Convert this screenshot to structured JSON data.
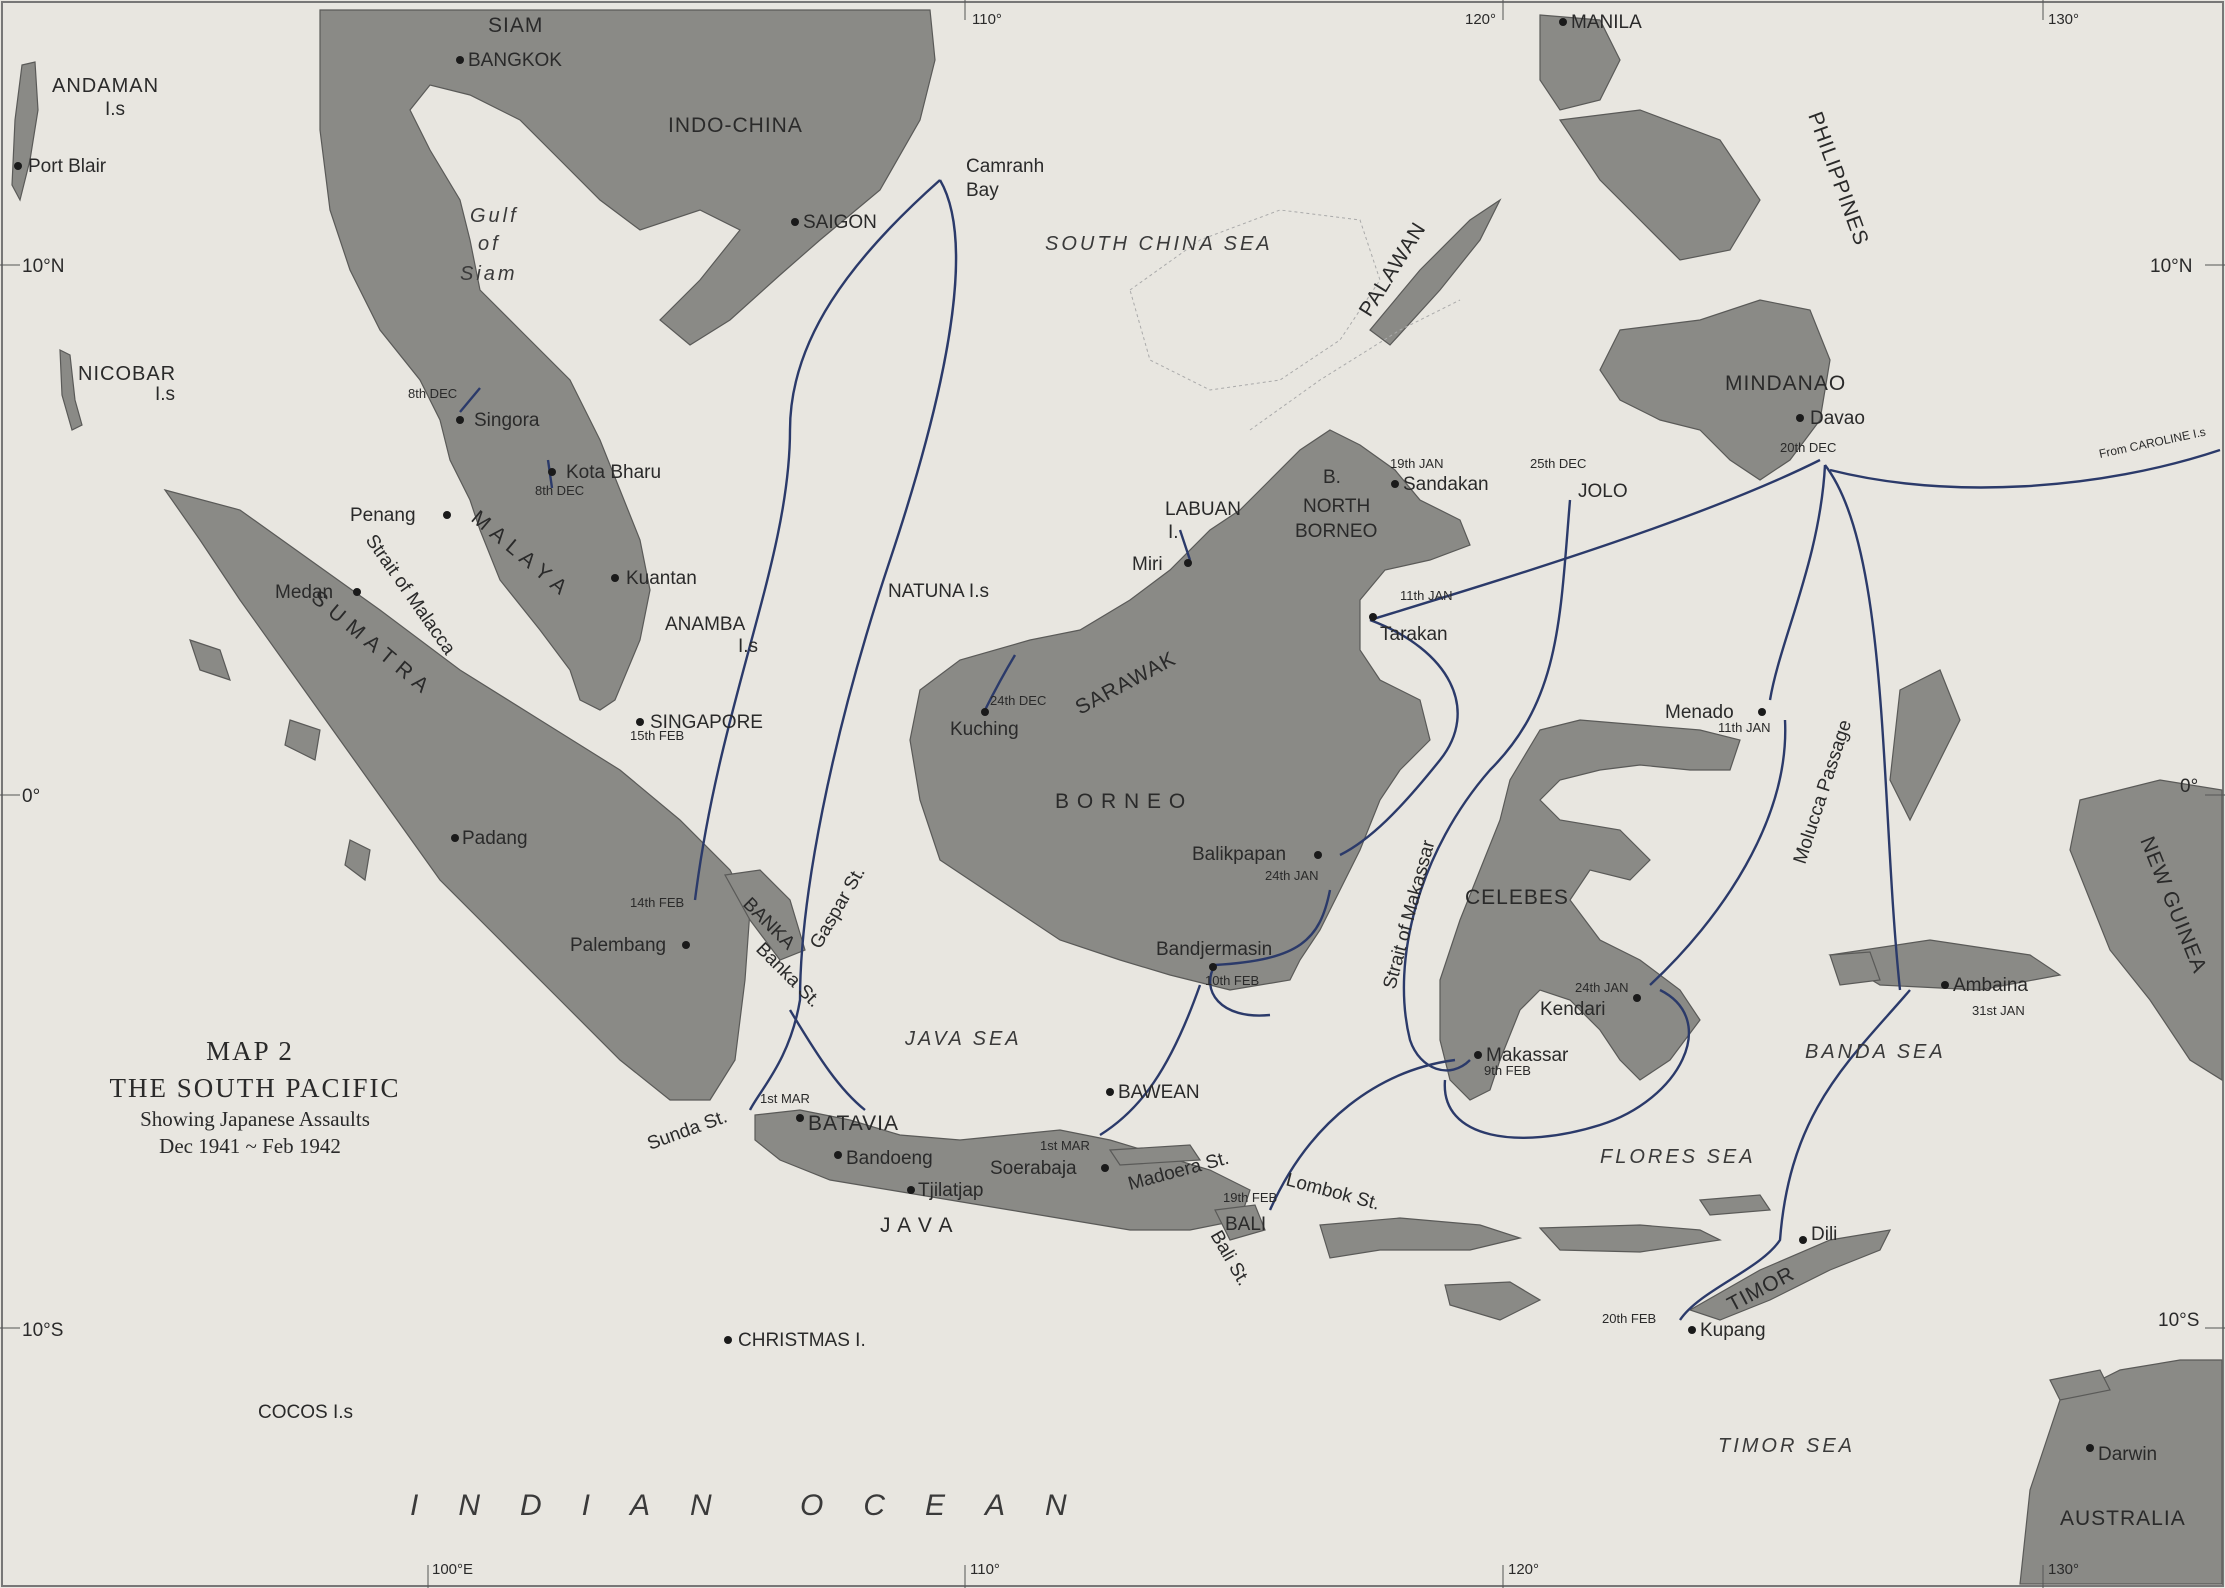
{
  "title": {
    "line1": "MAP 2",
    "line2": "THE SOUTH PACIFIC",
    "line3": "Showing Japanese Assaults",
    "line4": "Dec 1941 ~ Feb 1942"
  },
  "regions": {
    "siam": "SIAM",
    "indochina": "INDO-CHINA",
    "malaya": "M A L A Y A",
    "sumatra": "S U M A T R A",
    "borneo": "B O R N E O",
    "north_borneo_1": "B.",
    "north_borneo_2": "NORTH",
    "north_borneo_3": "BORNEO",
    "sarawak": "SARAWAK",
    "celebes": "CELEBES",
    "java": "J A V A",
    "timor": "TIMOR",
    "mindanao": "MINDANAO",
    "philippines": "PHILIPPINES",
    "palawan": "PALAWAN",
    "new_guinea": "NEW GUINEA",
    "australia": "AUSTRALIA"
  },
  "seas": {
    "south_china_sea": "SOUTH CHINA SEA",
    "java_sea": "JAVA SEA",
    "banda_sea": "BANDA SEA",
    "flores_sea": "FLORES SEA",
    "timor_sea": "TIMOR SEA",
    "indian_ocean": "INDIAN OCEAN",
    "gulf_of_siam_1": "Gulf",
    "gulf_of_siam_2": "of",
    "gulf_of_siam_3": "Siam",
    "strait_malacca": "Strait of Malacca",
    "strait_makassar": "Strait of Makassar",
    "molucca_passage": "Molucca Passage",
    "sunda_st": "Sunda St.",
    "banka_st": "Banka St.",
    "gaspar_st": "Gaspar St.",
    "madoera_st": "Madoera St.",
    "bali_st": "Bali St.",
    "lombok_st": "Lombok St."
  },
  "islands": {
    "andaman_1": "ANDAMAN",
    "andaman_2": "I.s",
    "nicobar_1": "NICOBAR",
    "nicobar_2": "I.s",
    "natuna": "NATUNA I.s",
    "anamba_1": "ANAMBA",
    "anamba_2": "I.s",
    "labuan_1": "LABUAN",
    "labuan_2": "I.",
    "bawean": "BAWEAN",
    "christmas": "CHRISTMAS I.",
    "cocos": "COCOS I.s",
    "bali": "BALI",
    "banka": "BANKA"
  },
  "places": {
    "bangkok": "BANGKOK",
    "saigon": "SAIGON",
    "manila": "MANILA",
    "port_blair": "Port Blair",
    "camranh_1": "Camranh",
    "camranh_2": "Bay",
    "singora": "Singora",
    "kota_bharu": "Kota Bharu",
    "penang": "Penang",
    "kuantan": "Kuantan",
    "medan": "Medan",
    "singapore": "SINGAPORE",
    "padang": "Padang",
    "palembang": "Palembang",
    "batavia": "BATAVIA",
    "bandoeng": "Bandoeng",
    "tjilatjap": "Tjilatjap",
    "soerabaja": "Soerabaja",
    "kuching": "Kuching",
    "miri": "Miri",
    "sandakan": "Sandakan",
    "jolo": "JOLO",
    "tarakan": "Tarakan",
    "balikpapan": "Balikpapan",
    "bandjermasin": "Bandjermasin",
    "makassar": "Makassar",
    "kendari": "Kendari",
    "menado": "Menado",
    "davao": "Davao",
    "ambaina": "Ambaina",
    "dili": "Dili",
    "kupang": "Kupang",
    "darwin": "Darwin",
    "from_carolines": "From CAROLINE I.s"
  },
  "dates": {
    "singora": "8th DEC",
    "kota_bharu": "8th DEC",
    "singapore": "15th FEB",
    "kuching": "24th DEC",
    "sandakan": "19th JAN",
    "jolo": "25th DEC",
    "tarakan": "11th JAN",
    "balikpapan": "24th JAN",
    "bandjermasin": "10th FEB",
    "kendari": "24th JAN",
    "menado": "11th JAN",
    "davao": "20th DEC",
    "ambaina": "31st JAN",
    "kupang": "20th FEB",
    "makassar": "9th FEB",
    "palembang": "14th FEB",
    "batavia": "1st MAR",
    "bali": "19th FEB",
    "soerabaja": "1st MAR"
  },
  "grid": {
    "lat_10n": "10°N",
    "lat_0": "0°",
    "lat_10s": "10°S",
    "lon_100": "100°E",
    "lon_110": "110°",
    "lon_120": "120°",
    "lon_130": "130°"
  },
  "colors": {
    "sea": "#e8e6e0",
    "land": "#8a8a86",
    "route": "#2b3a6a"
  }
}
